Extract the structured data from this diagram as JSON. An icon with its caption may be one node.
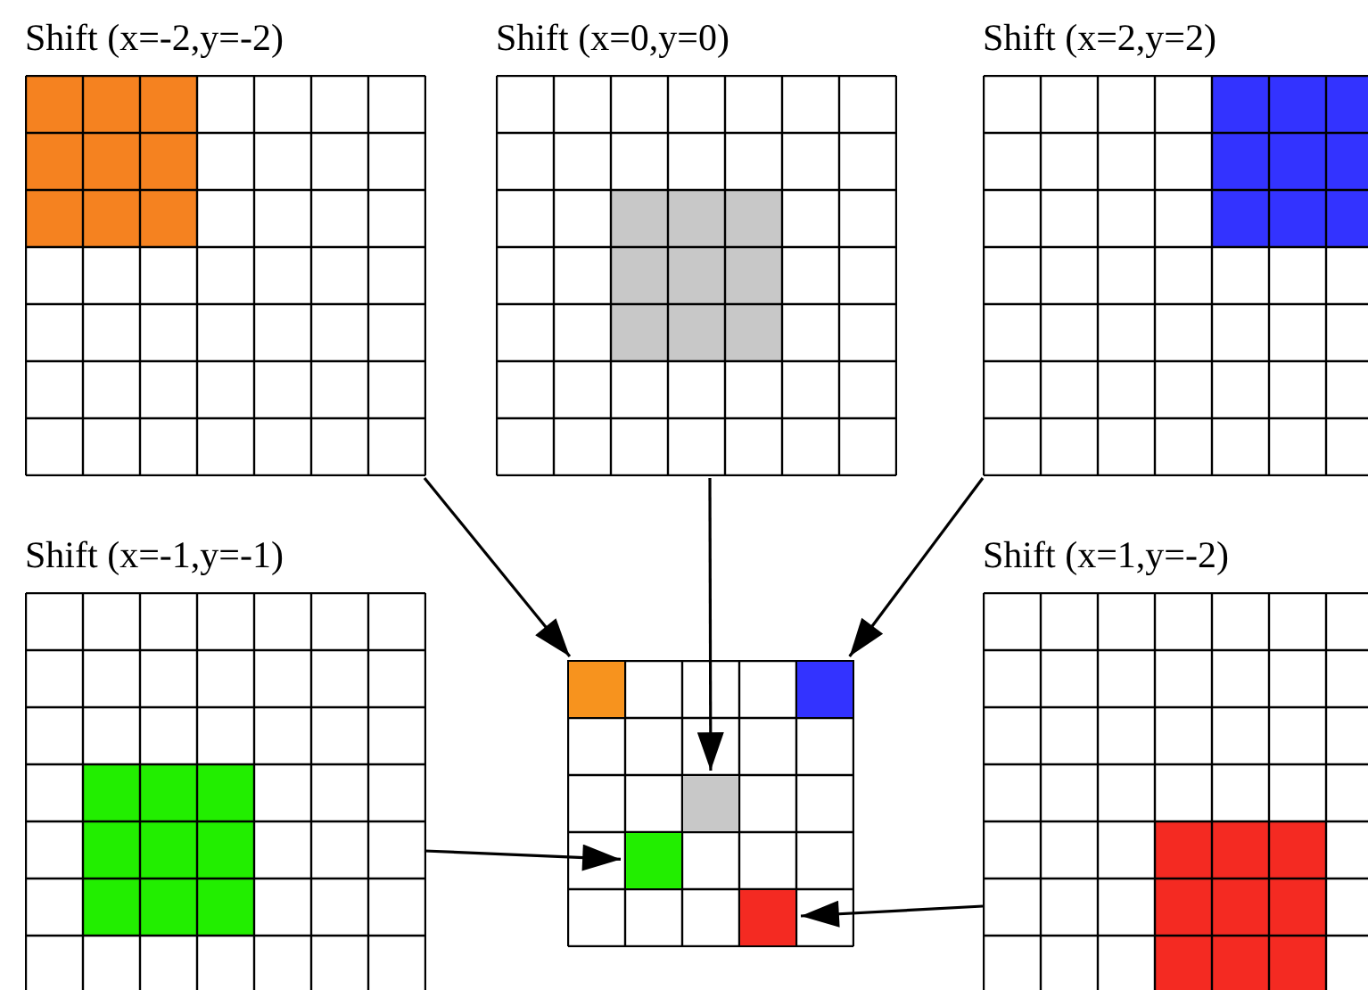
{
  "diagram": {
    "nodes": [
      {
        "text": [
          "Shift (x=-2,y=-2)"
        ]
      },
      {
        "text": [
          "Shift (x=0,y=0)"
        ]
      },
      {
        "text": [
          "Shift (x=2,y=2)"
        ]
      },
      {
        "text": [
          "Shift (x=-1,y=-1)"
        ]
      },
      {
        "text": [
          "Shift (x=1,y=-2)"
        ]
      },
      {
        "text": [],
        "shape": "grid"
      },
      {
        "text": [],
        "shape": "box",
        "in": 5
      },
      {
        "text": [],
        "shape": "box",
        "in": 5
      },
      {
        "text": [],
        "shape": "box",
        "in": 5
      },
      {
        "text": [],
        "shape": "box",
        "in": 5
      },
      {
        "text": [],
        "shape": "box",
        "in": 5
      }
    ],
    "edges": [
      {
        "from": 0,
        "to": 6,
        "arrow": "to"
      },
      {
        "from": 2,
        "to": 7,
        "arrow": "to"
      },
      {
        "from": 1,
        "to": 8,
        "arrow": "to"
      },
      {
        "from": 3,
        "to": 9,
        "arrow": "to"
      },
      {
        "from": 4,
        "to": 10,
        "arrow": "to"
      }
    ]
  }
}
